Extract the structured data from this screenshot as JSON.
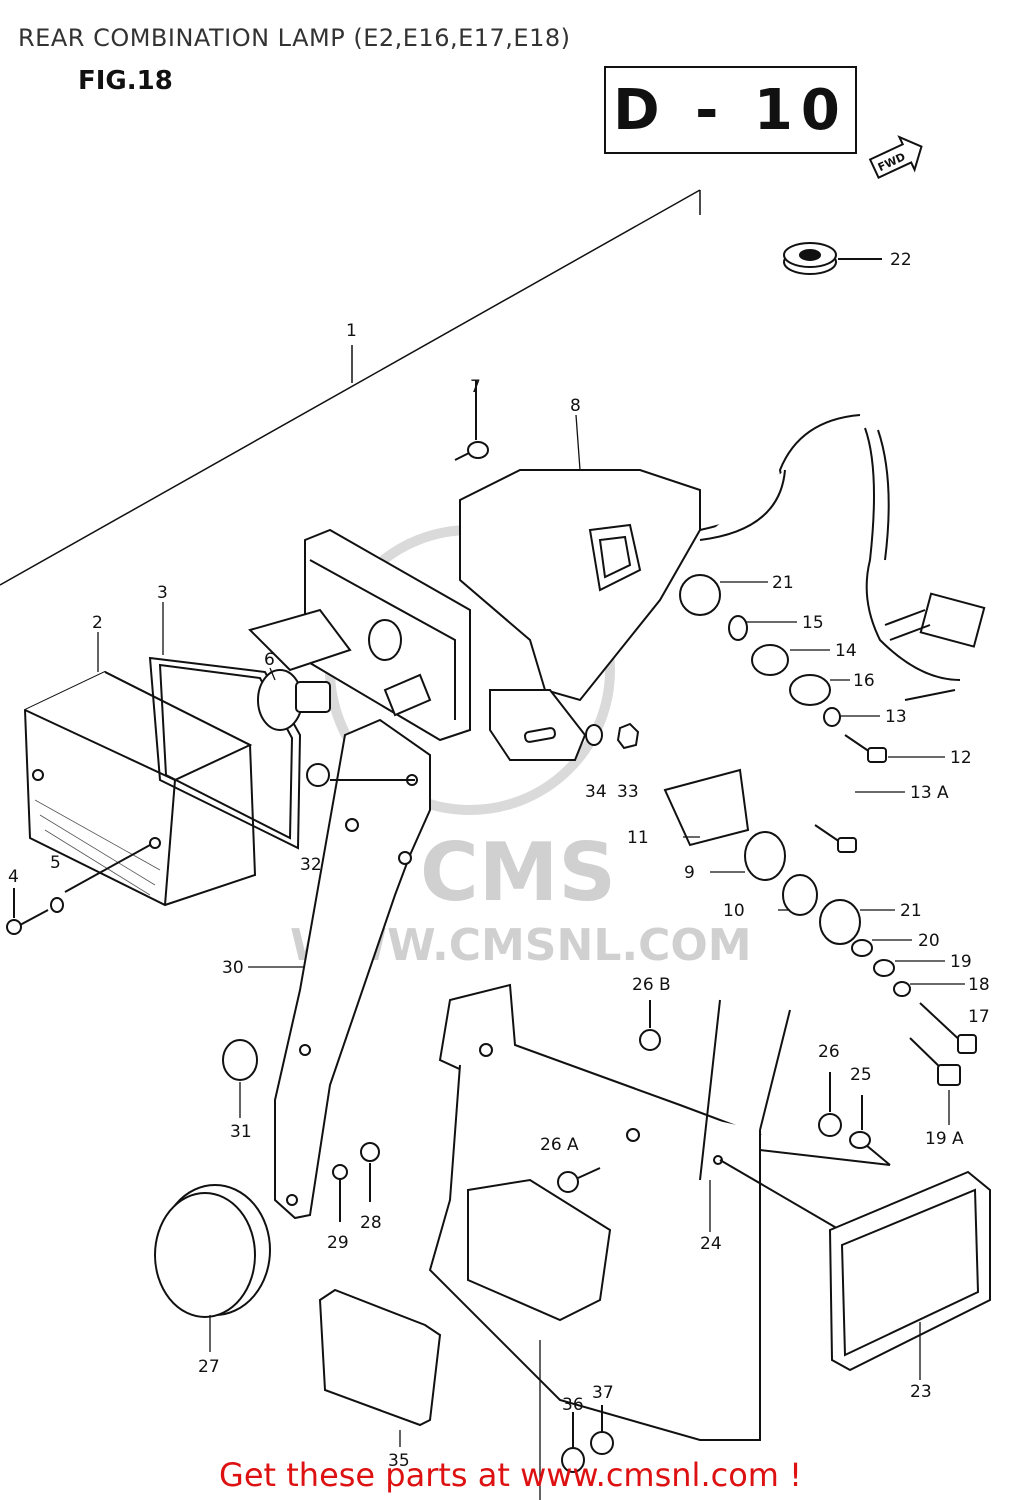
{
  "title": "REAR COMBINATION LAMP (E2,E16,E17,E18)",
  "figure": "FIG.18",
  "section": "D - 10",
  "fwd_label": "FWD",
  "watermark": {
    "brand": "CMS",
    "url": "WWW.CMSNL.COM"
  },
  "footer": "Get these parts at www.cmsnl.com !",
  "colors": {
    "line": "#111111",
    "footer": "#dd1111",
    "watermark": "#c8c8c8"
  },
  "labels": {
    "l1": "1",
    "l2": "2",
    "l3": "3",
    "l4": "4",
    "l5": "5",
    "l6": "6",
    "l7": "7",
    "l8": "8",
    "l9": "9",
    "l10": "10",
    "l11": "11",
    "l12": "12",
    "l13": "13",
    "l13a": "13 A",
    "l14": "14",
    "l15": "15",
    "l16": "16",
    "l17": "17",
    "l18": "18",
    "l19": "19",
    "l19a": "19 A",
    "l20": "20",
    "l21a": "21",
    "l21b": "21",
    "l22": "22",
    "l23": "23",
    "l24": "24",
    "l25": "25",
    "l26": "26",
    "l26a": "26 A",
    "l26b": "26 B",
    "l27": "27",
    "l28": "28",
    "l29": "29",
    "l30": "30",
    "l31": "31",
    "l32": "32",
    "l33": "33",
    "l34": "34",
    "l35": "35",
    "l36": "36",
    "l37": "37"
  }
}
